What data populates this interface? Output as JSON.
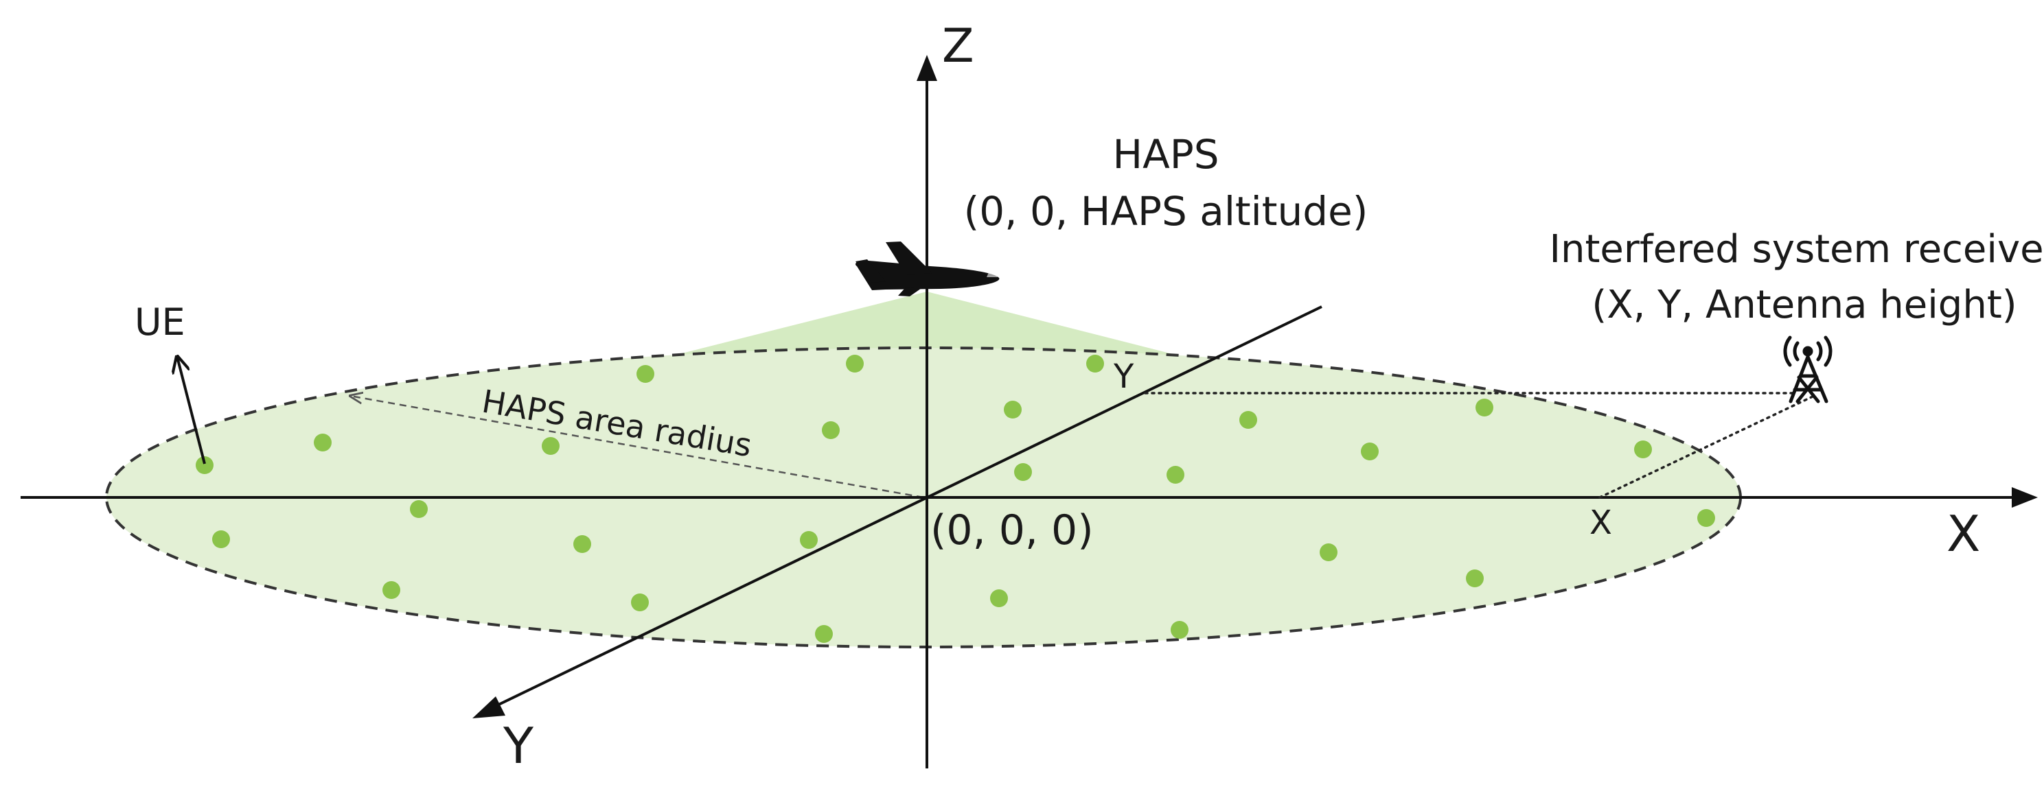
{
  "labels": {
    "z_axis": "Z",
    "x_axis": "X",
    "y_axis": "Y",
    "haps_name": "HAPS",
    "haps_coords": "(0, 0, HAPS altitude)",
    "receiver_name": "Interfered system receiver",
    "receiver_coords": "(X, Y, Antenna height)",
    "ue": "UE",
    "radius": "HAPS area radius",
    "origin": "(0, 0, 0)",
    "y_marker": "Y",
    "x_marker": "X"
  },
  "colors": {
    "area_fill": "#e3f0d5",
    "cone_fill": "#d5ebc2",
    "ue_dot": "#8bc34a",
    "axis": "#111111"
  },
  "icons": {
    "haps": "airplane-icon",
    "receiver": "antenna-tower-icon"
  }
}
